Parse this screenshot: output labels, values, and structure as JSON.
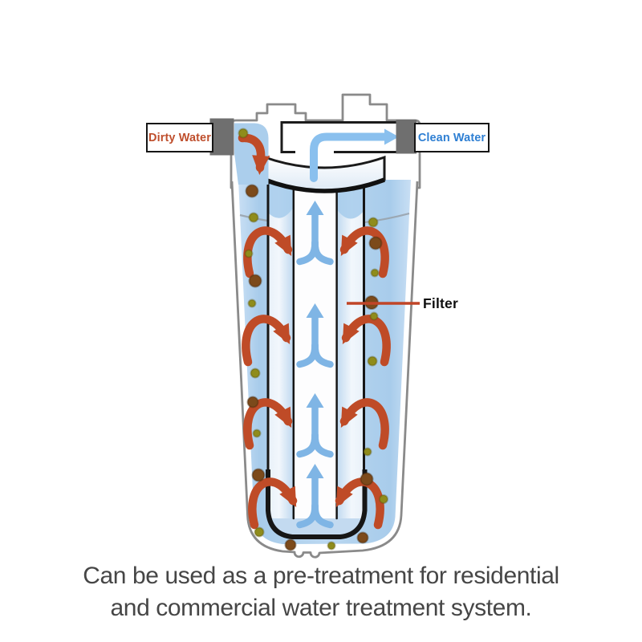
{
  "diagram": {
    "inlet_label": "Dirty Water",
    "outlet_label": "Clean Water",
    "filter_label": "Filter"
  },
  "caption": {
    "line1": "Can be used as a pre-treatment for residential",
    "line2": "and commercial water treatment system."
  },
  "colors": {
    "dirty_water_text": "#bf4f2d",
    "clean_water_text": "#2e7fd3",
    "dirty_flow_arrow_red": "#bf4b27",
    "clean_flow_arrow_blue": "#8ac0ee",
    "core_arrow_blue": "#7fb5e5",
    "water_blue": "#b3d3ee",
    "filter_leader_line": "#c04527",
    "particle_olive": "#8f8c1c",
    "particle_brown": "#7c4a1b",
    "connector_gray": "#6f6f6f"
  }
}
